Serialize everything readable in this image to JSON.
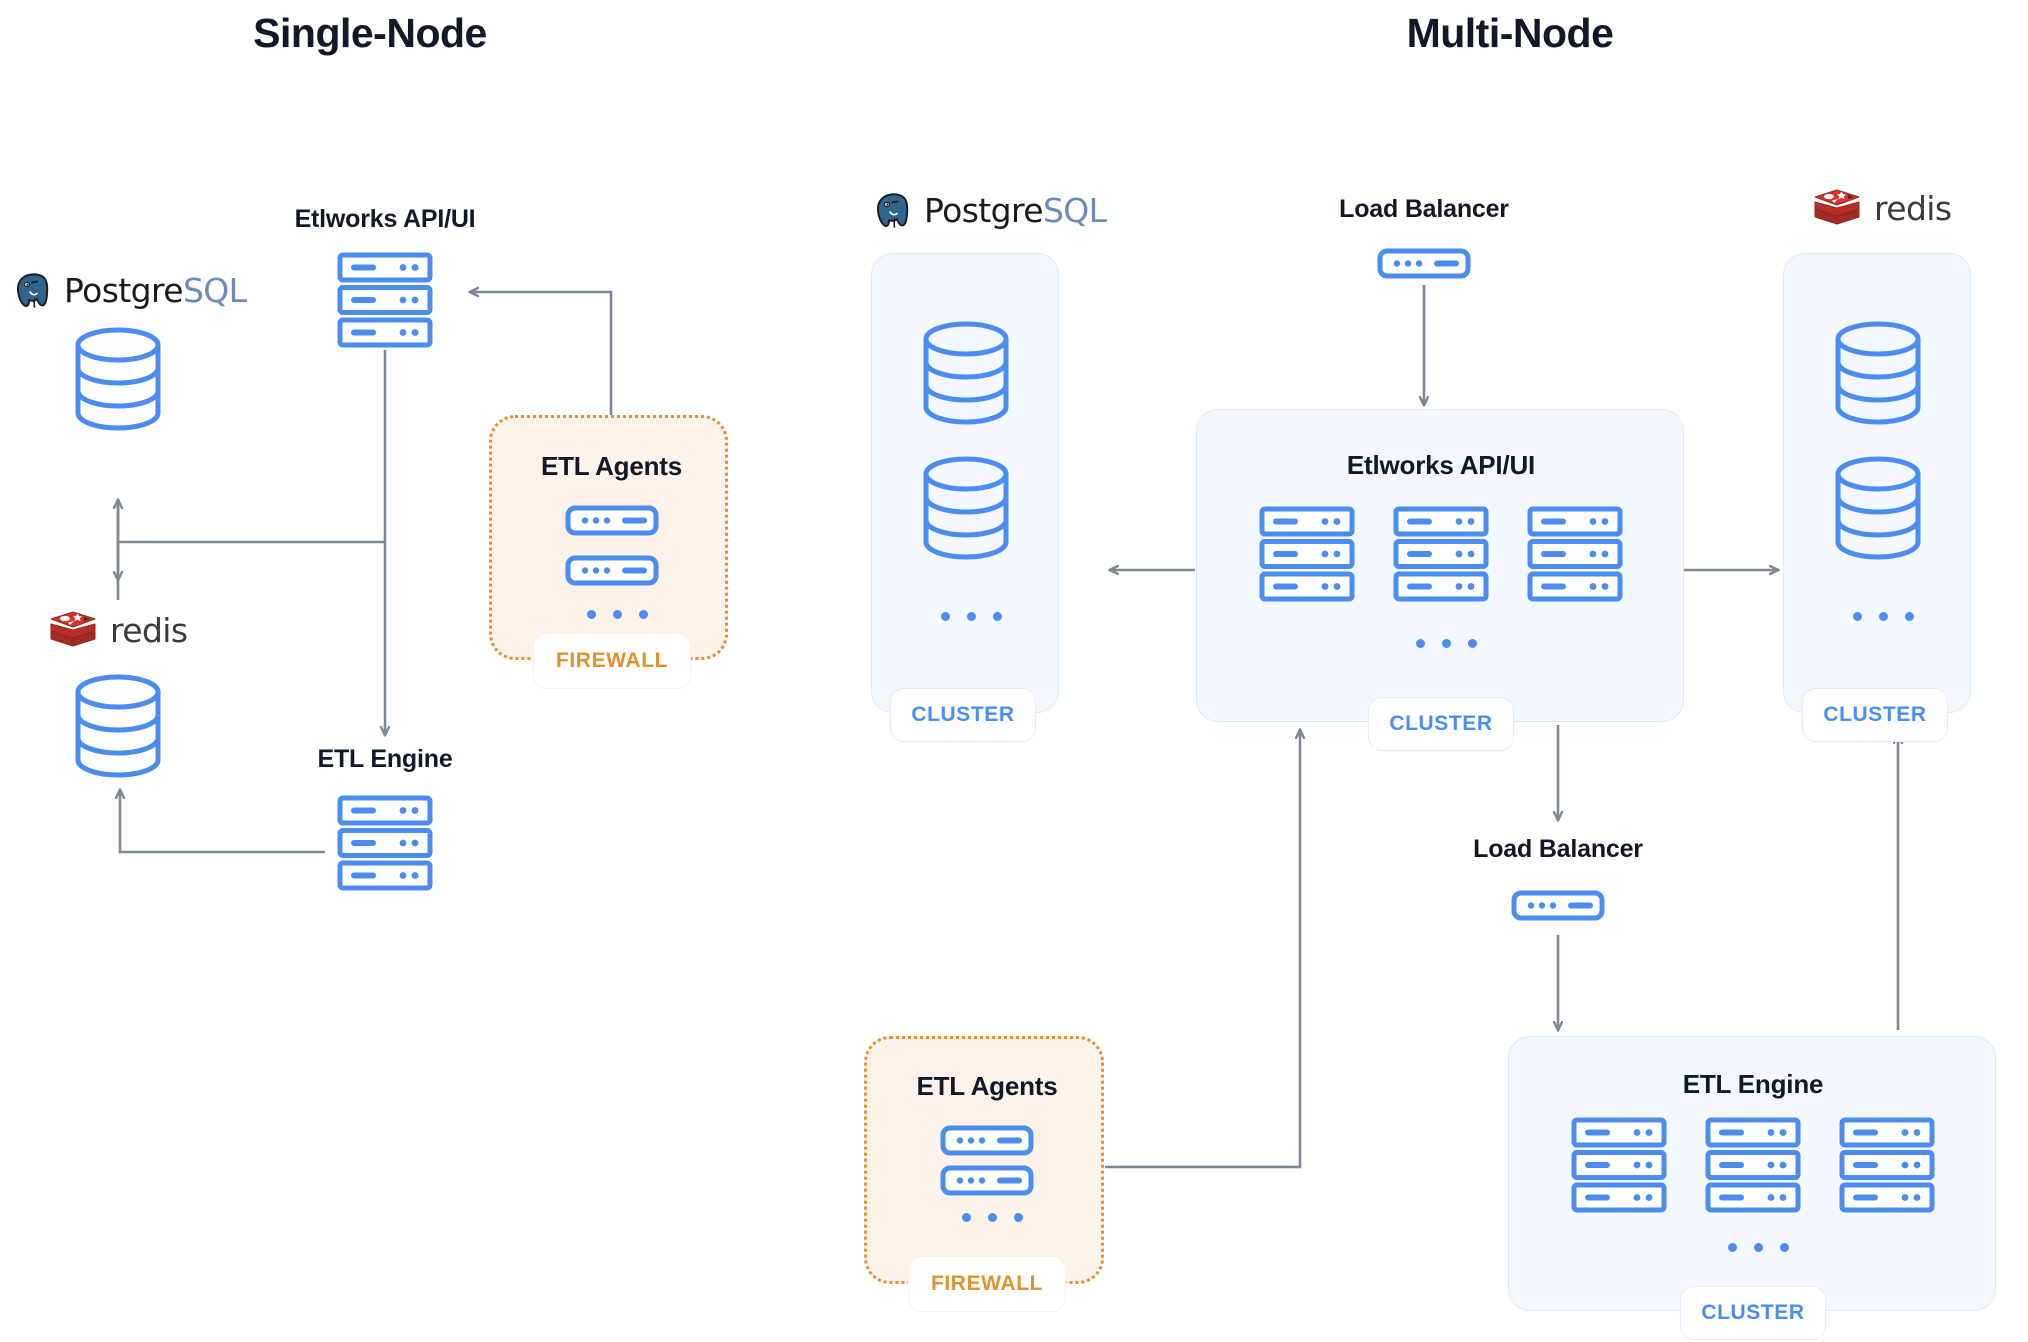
{
  "panels": {
    "single": {
      "title": "Single-Node"
    },
    "multi": {
      "title": "Multi-Node"
    }
  },
  "colors": {
    "blue": "#4a8cf0",
    "blue_light": "#dce9f9",
    "box_fill": "#f3f8fe",
    "orange": "#e2902f",
    "firewall_fill": "#fdf2ea",
    "arrow": "#7c8894",
    "title": "#111827",
    "redis_red": "#c6302b",
    "postgres_blue": "#6b8cba"
  },
  "single_node": {
    "postgres_logo": {
      "name_dark": "Postgre",
      "name_blue": "SQL"
    },
    "redis_logo": {
      "name": "redis"
    },
    "api_ui": {
      "label": "Etlworks API/UI"
    },
    "etl_engine": {
      "label": "ETL Engine"
    },
    "etl_agents": {
      "label": "ETL Agents",
      "badge": "FIREWALL",
      "agent_count": 2,
      "ellipsis": "..."
    }
  },
  "multi_node": {
    "postgres_cluster": {
      "logo_dark": "Postgre",
      "logo_blue": "SQL",
      "badge": "CLUSTER",
      "db_count": 2,
      "ellipsis": "..."
    },
    "redis_cluster": {
      "logo": "redis",
      "badge": "CLUSTER",
      "db_count": 2,
      "ellipsis": "..."
    },
    "load_balancer_top": {
      "label": "Load Balancer"
    },
    "load_balancer_bottom": {
      "label": "Load Balancer"
    },
    "api_ui_cluster": {
      "label": "Etlworks API/UI",
      "badge": "CLUSTER",
      "server_count": 3,
      "ellipsis": "..."
    },
    "etl_engine_cluster": {
      "label": "ETL Engine",
      "badge": "CLUSTER",
      "server_count": 3,
      "ellipsis": "..."
    },
    "etl_agents": {
      "label": "ETL Agents",
      "badge": "FIREWALL",
      "agent_count": 2,
      "ellipsis": "..."
    }
  }
}
